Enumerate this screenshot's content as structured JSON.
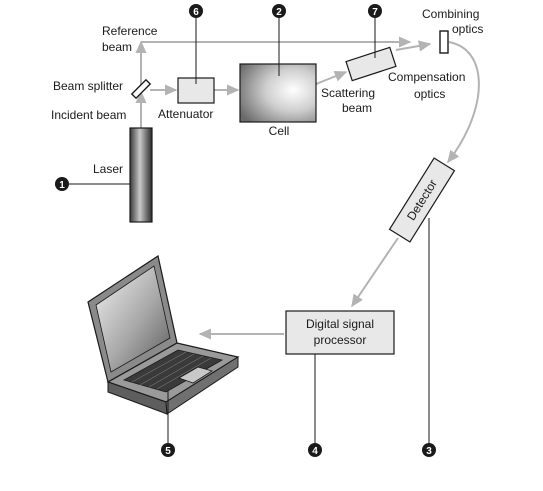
{
  "labels": {
    "reference_beam_1": "Reference",
    "reference_beam_2": "beam",
    "beam_splitter": "Beam splitter",
    "incident_beam": "Incident beam",
    "attenuator": "Attenuator",
    "cell": "Cell",
    "scattering_beam_1": "Scattering",
    "scattering_beam_2": "beam",
    "combining_optics_1": "Combining",
    "combining_optics_2": "optics",
    "compensation_optics_1": "Compensation",
    "compensation_optics_2": "optics",
    "laser": "Laser",
    "detector": "Detector",
    "dsp_1": "Digital signal",
    "dsp_2": "processor"
  },
  "markers": {
    "laser": "1",
    "cell": "2",
    "detector": "3",
    "dsp": "4",
    "computer": "5",
    "attenuator": "6",
    "compensation": "7"
  },
  "colors": {
    "beam": "#b3b3b3",
    "marker": "#1a1a1a",
    "box_fill": "#e8e8e8"
  }
}
